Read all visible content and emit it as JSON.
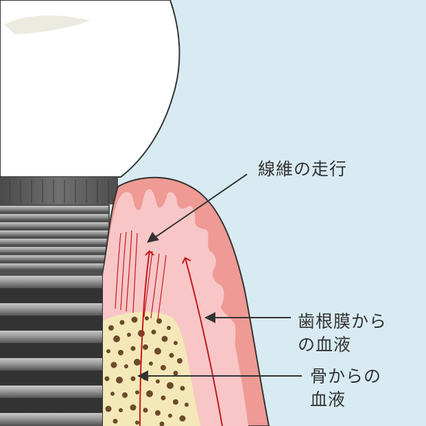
{
  "labels": {
    "fiber_direction": "線維の走行",
    "pdl_blood": [
      "歯根膜から",
      "の血液"
    ],
    "bone_blood": [
      "骨からの",
      "血液"
    ]
  },
  "colors": {
    "background": "#d8ebf2",
    "crown": "#ffffff",
    "implant_dark": "#5a5a5a",
    "implant_light": "#a8a8a8",
    "gum_outer": "#ef9a94",
    "gum_inner": "#f8c6c6",
    "bone": "#f4e8b8",
    "bone_pores": "#6b4a2b",
    "fibers": "#c4161c",
    "arrows": "#333333"
  },
  "icons": [
    "arrow-pointer-icon"
  ]
}
